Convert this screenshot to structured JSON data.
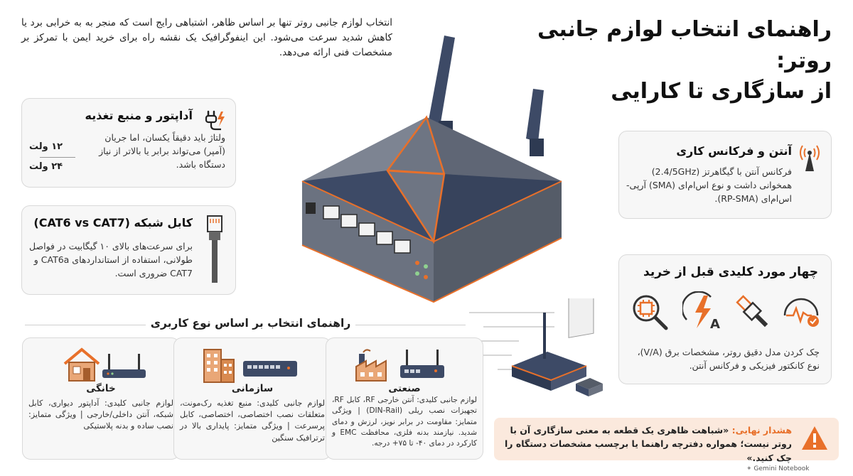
{
  "title": {
    "line1": "راهنمای انتخاب لوازم جانبی روتر:",
    "line2": "از سازگاری تا کارایی"
  },
  "intro": "انتخاب لوازم جانبی روتر تنها بر اساس ظاهر، اشتباهی رایج است که منجر به به خرابی برد یا کاهش شدید سرعت می‌شود. این اینفوگرافیک یک نقشه راه برای خرید ایمن با تمرکز بر مشخصات فنی ارائه می‌دهد.",
  "adapter": {
    "title": "آداپتور و منبع تغذیه",
    "body": "ولتاژ باید دقیقاً یکسان، اما جریان (آمپر) می‌تواند برابر یا بالاتر از نیاز دستگاه باشد.",
    "volt1": "۱۲ ولت",
    "volt2": "۲۴ ولت",
    "icon": "power-plug-icon"
  },
  "cable": {
    "title": "کابل شبکه (CAT6 vs CAT7)",
    "body": "برای سرعت‌های بالای ۱۰ گیگابیت در فواصل طولانی، استفاده از استانداردهای CAT6a و CAT7 ضروری است.",
    "icon": "ethernet-cable-icon"
  },
  "antenna": {
    "title": "آنتن و فرکانس کاری",
    "body": "فرکانس آنتن با گیگاهرتز (2.4/5GHz) همخوانی داشت و نوع اس‌ام‌ای (SMA) آرپی-اس‌ام‌ای (RP-SMA).",
    "icon": "antenna-signal-icon"
  },
  "checklist": {
    "title": "چهار مورد کلیدی قبل از خرید",
    "body": "چک کردن مدل دقیق روتر، مشخصات برق (V/A)، نوع کانکتور فیزیکی و فرکانس آنتن.",
    "icons": [
      "signal-check-icon",
      "connector-icon",
      "power-va-icon",
      "chip-inspect-icon"
    ]
  },
  "usage": {
    "header": "راهنمای انتخاب بر اساس نوع کاربری",
    "home": {
      "name": "خانگی",
      "text": "لوازم جانبی کلیدی: آداپتور دیواری، کابل شبکه، آنتن داخلی/خارجی | ویژگی متمایز: نصب ساده و بدنه پلاستیکی"
    },
    "office": {
      "name": "سازمانی",
      "text": "لوازم جانبی کلیدی: منبع تغذیه رک‌مونت، متعلقات نصب اختصاصی، اختصاصی، کابل پرسرعت | ویژگی متمایز: پایداری بالا در ترترافیک سنگین"
    },
    "industrial": {
      "name": "صنعتی",
      "text": "لوازم جانبی کلیدی: آنتن خارجی RF، کابل RF، تجهیزات نصب ریلی (DIN-Rail) | ویژگی متمایز: مقاومت در برابر نویز، لرزش و دمای شدید. نیازمند بدنه فلزی، محافظت EMC و کارکرد در دمای ۴۰- تا ۷۵+ درجه."
    }
  },
  "warning": {
    "label": "هشدار نهایی:",
    "text": "«شباهت ظاهری یک قطعه به معنی سازگاری آن با روتر نیست؛ همواره دفترچه راهنما یا برچسب مشخصات دستگاه را چک کنید.»",
    "icon": "warning-triangle-icon"
  },
  "footer": "Gemini Notebook",
  "colors": {
    "accent": "#e8702a",
    "router_body": "#555c68",
    "router_top": "#3d4a66",
    "card_bg": "#f7f7f7",
    "warn_bg": "#fbe9dd"
  }
}
